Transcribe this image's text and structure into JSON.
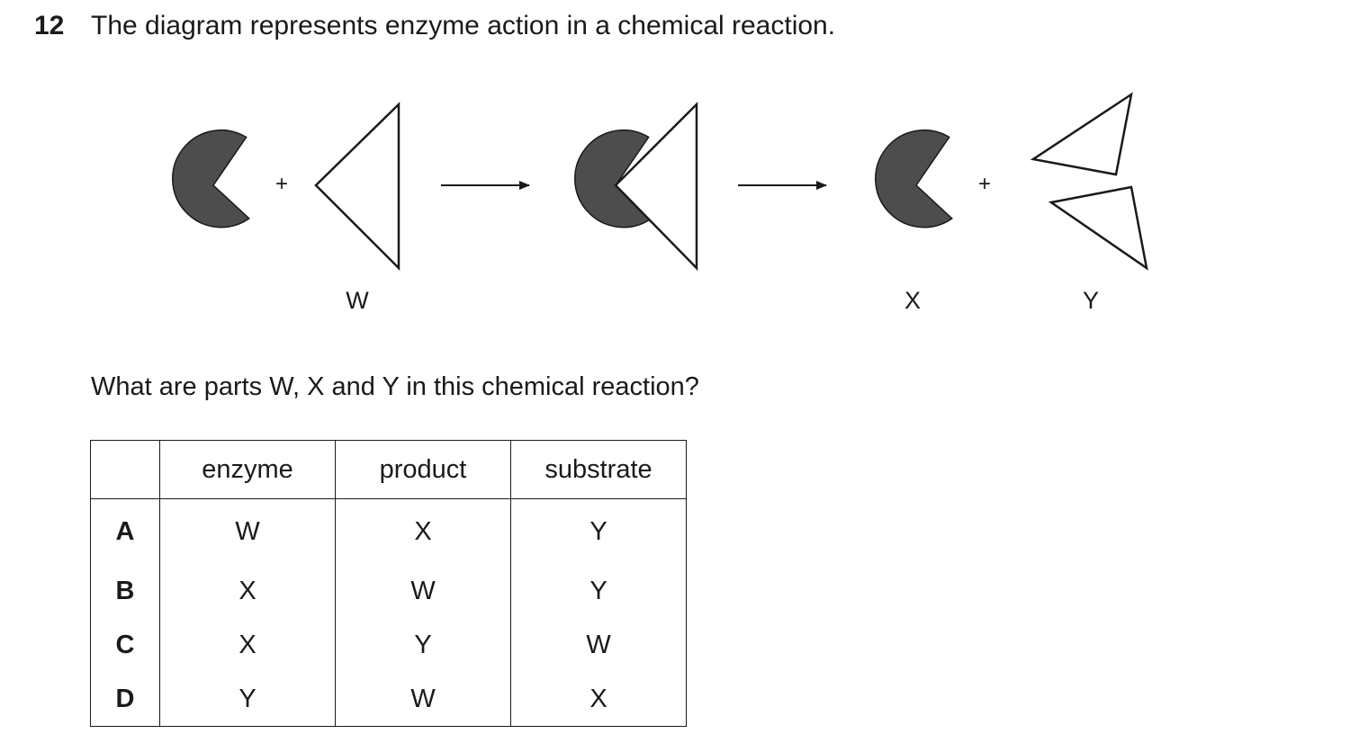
{
  "question": {
    "number": "12",
    "stem": "The diagram represents enzyme action in a chemical reaction.",
    "prompt": "What are parts W, X and Y in this chemical reaction?"
  },
  "diagram": {
    "plus_sign": "+",
    "labels": {
      "w": "W",
      "x": "X",
      "y": "Y"
    },
    "colors": {
      "enzyme_fill": "#4d4d4d",
      "outline": "#1a1a1a"
    }
  },
  "table": {
    "headers": [
      "",
      "enzyme",
      "product",
      "substrate"
    ],
    "rows": [
      {
        "letter": "A",
        "enzyme": "W",
        "product": "X",
        "substrate": "Y"
      },
      {
        "letter": "B",
        "enzyme": "X",
        "product": "W",
        "substrate": "Y"
      },
      {
        "letter": "C",
        "enzyme": "X",
        "product": "Y",
        "substrate": "W"
      },
      {
        "letter": "D",
        "enzyme": "Y",
        "product": "W",
        "substrate": "X"
      }
    ]
  }
}
